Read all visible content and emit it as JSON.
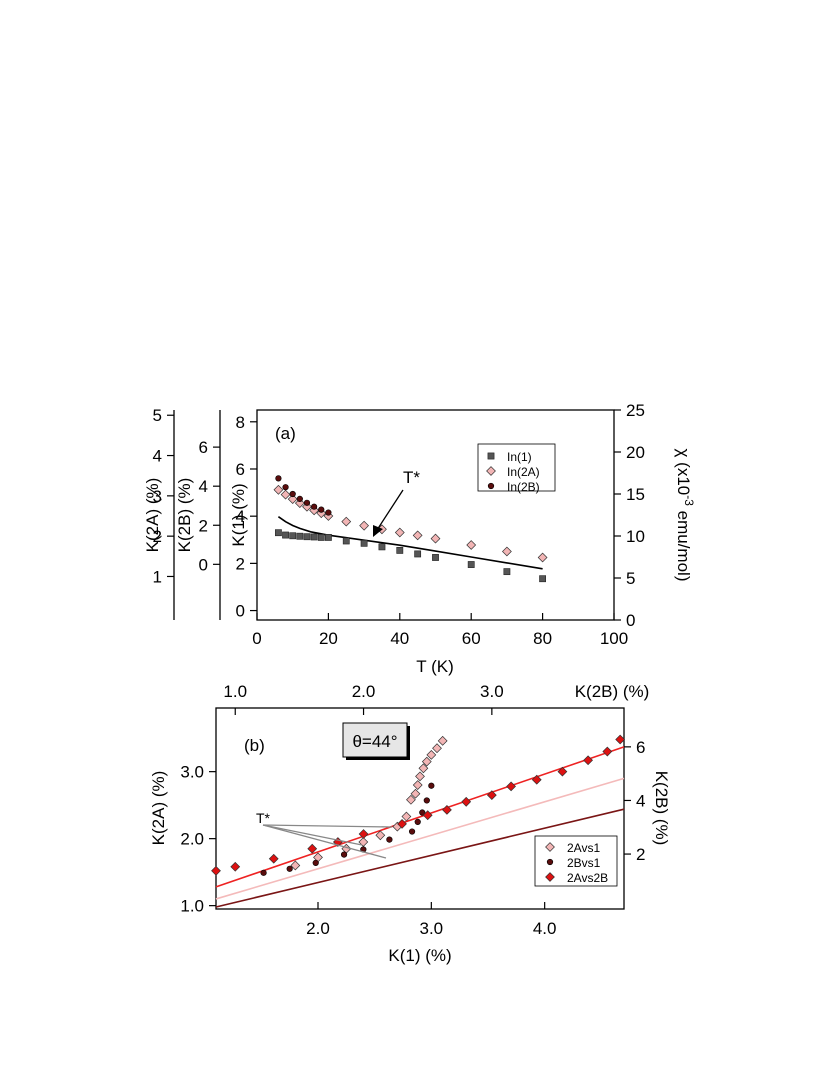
{
  "chart_data": [
    {
      "type": "scatter",
      "panel_label": "(a)",
      "xlabel": "T (K)",
      "x_ticks": [
        "0",
        "20",
        "40",
        "60",
        "80",
        "100"
      ],
      "xlim": [
        0,
        100
      ],
      "left_axes": [
        {
          "label": "K(1) (%)",
          "ticks": [
            "0",
            "2",
            "4",
            "6",
            "8"
          ],
          "lim": [
            -0.4,
            8.5
          ]
        },
        {
          "label": "K(2B) (%)",
          "ticks": [
            "0",
            "2",
            "4",
            "6"
          ],
          "lim": [
            -2.85,
            7.9
          ]
        },
        {
          "label": "K(2A) (%)",
          "ticks": [
            "1",
            "2",
            "3",
            "4",
            "5"
          ],
          "lim": [
            -0.08,
            5.13
          ]
        }
      ],
      "right_axis": {
        "label_main": "χ (x10",
        "label_sup": "-3",
        "label_tail": " emu/mol)",
        "ticks": [
          "0",
          "5",
          "10",
          "15",
          "20",
          "25"
        ],
        "lim": [
          0,
          25
        ]
      },
      "annotation": "T*",
      "legend": {
        "position": "top-right",
        "entries": [
          "In(1)",
          "In(2A)",
          "In(2B)"
        ]
      },
      "series": [
        {
          "name": "In(1)",
          "axis": "K(1)",
          "color": "#555555",
          "marker": "square",
          "x": [
            6,
            8,
            10,
            12,
            14,
            16,
            18,
            20,
            25,
            30,
            35,
            40,
            45,
            50,
            60,
            70,
            80
          ],
          "y": [
            3.3,
            3.2,
            3.17,
            3.15,
            3.13,
            3.12,
            3.1,
            3.1,
            2.95,
            2.85,
            2.7,
            2.55,
            2.4,
            2.25,
            1.95,
            1.65,
            1.35
          ]
        },
        {
          "name": "In(2A)",
          "axis": "K(2A)",
          "color": "#f2b5b5",
          "marker": "diamond",
          "x": [
            6,
            8,
            10,
            12,
            14,
            16,
            18,
            20,
            25,
            30,
            35,
            40,
            45,
            50,
            60,
            70,
            80
          ],
          "y": [
            3.15,
            3.03,
            2.92,
            2.82,
            2.73,
            2.64,
            2.57,
            2.5,
            2.36,
            2.26,
            2.17,
            2.09,
            2.02,
            1.94,
            1.78,
            1.62,
            1.47
          ]
        },
        {
          "name": "In(2B)",
          "axis": "K(2B)",
          "color": "#5a0d0d",
          "marker": "circle",
          "x": [
            6,
            8,
            10,
            12,
            14,
            16,
            18,
            20
          ],
          "y": [
            4.4,
            3.95,
            3.6,
            3.35,
            3.15,
            2.95,
            2.8,
            2.65
          ]
        }
      ],
      "chi_curve": {
        "axis": "chi",
        "color": "#000000",
        "x": [
          6,
          8,
          10,
          12,
          15,
          20,
          25,
          30,
          35,
          40,
          50,
          60,
          70,
          80
        ],
        "y": [
          12.3,
          11.7,
          11.25,
          10.9,
          10.5,
          10.1,
          9.8,
          9.5,
          9.2,
          8.9,
          8.2,
          7.5,
          6.8,
          6.1
        ]
      }
    },
    {
      "type": "scatter",
      "panel_label": "(b)",
      "angle_label": "θ=44°",
      "xlabel": "K(1) (%)",
      "x_ticks": [
        "2.0",
        "3.0",
        "4.0"
      ],
      "xlim": [
        1.1,
        4.7
      ],
      "top_axis": {
        "label": "K(2B) (%)",
        "ticks": [
          "1.0",
          "2.0",
          "3.0"
        ],
        "lim": [
          0.85,
          4.03
        ]
      },
      "ylabel_left": "K(2A) (%)",
      "y_ticks": [
        "1.0",
        "2.0",
        "3.0"
      ],
      "ylim": [
        0.95,
        3.95
      ],
      "right_axis": {
        "label": "K(2B) (%)",
        "ticks": [
          "2",
          "4",
          "6"
        ],
        "lim": [
          -0.05,
          7.45
        ]
      },
      "annotation": "T*",
      "legend": {
        "position": "bottom-right",
        "entries": [
          "2Avs1",
          "2Bvs1",
          "2Avs2B"
        ]
      },
      "series": [
        {
          "name": "2Avs1",
          "color": "#f2b5b5",
          "marker": "diamond",
          "xaxis": "K(1)",
          "yaxis": "K(2A)",
          "x": [
            1.8,
            2.0,
            2.25,
            2.4,
            2.55,
            2.7,
            2.78,
            2.82,
            2.86,
            2.88,
            2.9,
            2.93,
            2.96,
            3.0,
            3.05,
            3.1
          ],
          "y": [
            1.6,
            1.72,
            1.85,
            1.95,
            2.05,
            2.18,
            2.33,
            2.58,
            2.67,
            2.8,
            2.93,
            3.05,
            3.15,
            3.25,
            3.35,
            3.46
          ]
        },
        {
          "name": "2Bvs1",
          "color": "#5a0d0d",
          "marker": "circle",
          "xaxis": "K(1)",
          "yaxis": "K(2B)",
          "x": [
            1.52,
            1.75,
            1.98,
            2.23,
            2.4,
            2.63,
            2.83,
            2.88,
            2.92,
            2.96,
            3.0
          ],
          "y": [
            1.3,
            1.45,
            1.67,
            1.98,
            2.17,
            2.54,
            2.84,
            3.2,
            3.55,
            4.0,
            4.55
          ]
        },
        {
          "name": "2Avs2B",
          "color": "#dd1111",
          "marker": "diamond",
          "xaxis": "K(2B)",
          "yaxis": "K(2A)",
          "x": [
            0.85,
            1.0,
            1.3,
            1.6,
            1.8,
            2.0,
            2.3,
            2.5,
            2.65,
            2.8,
            3.0,
            3.15,
            3.35,
            3.55,
            3.75,
            3.9,
            4.0
          ],
          "y": [
            1.52,
            1.58,
            1.7,
            1.85,
            1.95,
            2.07,
            2.22,
            2.35,
            2.43,
            2.55,
            2.65,
            2.78,
            2.88,
            3.0,
            3.17,
            3.3,
            3.48
          ]
        }
      ],
      "fit_lines": [
        {
          "color": "#ee2222",
          "x": [
            1.1,
            4.7
          ],
          "y": [
            1.28,
            3.37
          ]
        },
        {
          "color": "#f4baba",
          "x": [
            1.1,
            4.7
          ],
          "y": [
            1.1,
            2.9
          ]
        },
        {
          "color": "#7a1515",
          "x": [
            1.1,
            4.7
          ],
          "y": [
            0.98,
            2.44
          ]
        }
      ]
    }
  ]
}
